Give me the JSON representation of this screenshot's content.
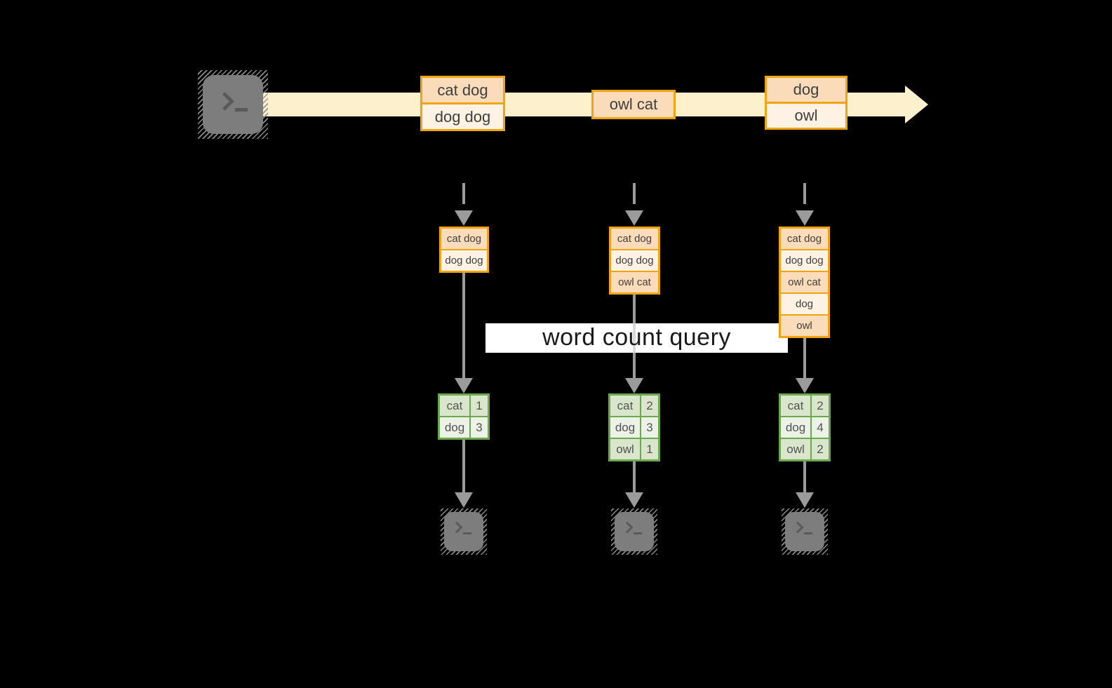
{
  "query_label": "word count query",
  "icons": {
    "terminal_prompt": "❯ _",
    "stream_arrowhead": "right-arrow",
    "flow_arrowhead": "down-arrow"
  },
  "colors": {
    "background": "#000000",
    "stream_band": "#fcf0cd",
    "event_border": "#f0a410",
    "event_fill_dark": "#fadcbb",
    "event_fill_light": "#fdf2e3",
    "table_border": "#6ba84f",
    "table_row_dark": "#dae6cc",
    "table_row_light": "#edf2e7",
    "arrow_gray": "#9b9b9b",
    "terminal_gray": "#7d7d7d",
    "query_band": "#ffffff"
  },
  "stream": {
    "events": [
      {
        "lines": [
          "cat dog",
          "dog dog"
        ]
      },
      {
        "lines": [
          "owl cat"
        ]
      },
      {
        "lines": [
          "dog",
          "owl"
        ]
      }
    ]
  },
  "columns": [
    {
      "state": [
        "cat dog",
        "dog dog"
      ],
      "counts": [
        {
          "word": "cat",
          "count": "1"
        },
        {
          "word": "dog",
          "count": "3"
        }
      ]
    },
    {
      "state": [
        "cat dog",
        "dog dog",
        "owl cat"
      ],
      "counts": [
        {
          "word": "cat",
          "count": "2"
        },
        {
          "word": "dog",
          "count": "3"
        },
        {
          "word": "owl",
          "count": "1"
        }
      ]
    },
    {
      "state": [
        "cat dog",
        "dog dog",
        "owl cat",
        "dog",
        "owl"
      ],
      "counts": [
        {
          "word": "cat",
          "count": "2"
        },
        {
          "word": "dog",
          "count": "4"
        },
        {
          "word": "owl",
          "count": "2"
        }
      ]
    }
  ]
}
